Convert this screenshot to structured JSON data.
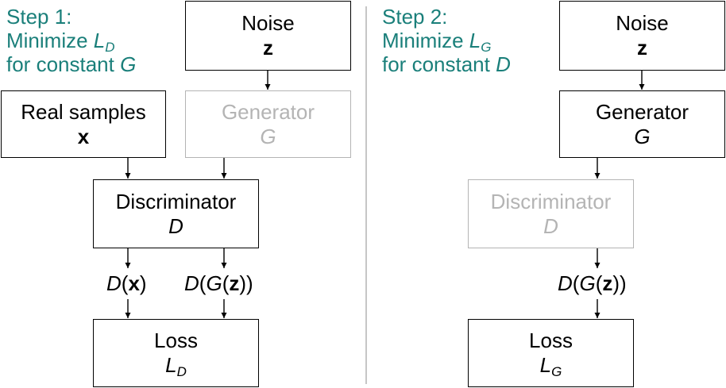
{
  "step1": {
    "title": "Step 1:",
    "line2_prefix": "Minimize ",
    "line2_var": "L",
    "line2_sub": "D",
    "line3_prefix": "for constant ",
    "line3_var": "G"
  },
  "step2": {
    "title": "Step 2:",
    "line2_prefix": "Minimize ",
    "line2_var": "L",
    "line2_sub": "G",
    "line3_prefix": "for constant ",
    "line3_var": "D"
  },
  "left": {
    "noise": {
      "label": "Noise",
      "symbol": "z"
    },
    "real": {
      "label": "Real samples",
      "symbol": "x"
    },
    "generator": {
      "label": "Generator",
      "symbol": "G",
      "faded": true
    },
    "discriminator": {
      "label": "Discriminator",
      "symbol": "D"
    },
    "out_real": {
      "fn": "D",
      "open": "(",
      "arg": "x",
      "close": ")"
    },
    "out_fake": {
      "fn": "D",
      "open1": "(",
      "g": "G",
      "open2": "(",
      "arg": "z",
      "close": "))"
    },
    "loss": {
      "label": "Loss",
      "var": "L",
      "sub": "D"
    }
  },
  "right": {
    "noise": {
      "label": "Noise",
      "symbol": "z"
    },
    "generator": {
      "label": "Generator",
      "symbol": "G"
    },
    "discriminator": {
      "label": "Discriminator",
      "symbol": "D",
      "faded": true
    },
    "out_fake": {
      "fn": "D",
      "open1": "(",
      "g": "G",
      "open2": "(",
      "arg": "z",
      "close": "))"
    },
    "loss": {
      "label": "Loss",
      "var": "L",
      "sub": "G"
    }
  },
  "colors": {
    "accent": "#1a7f7a",
    "faded": "#b4b4b4",
    "divider": "#b4b4b4"
  }
}
